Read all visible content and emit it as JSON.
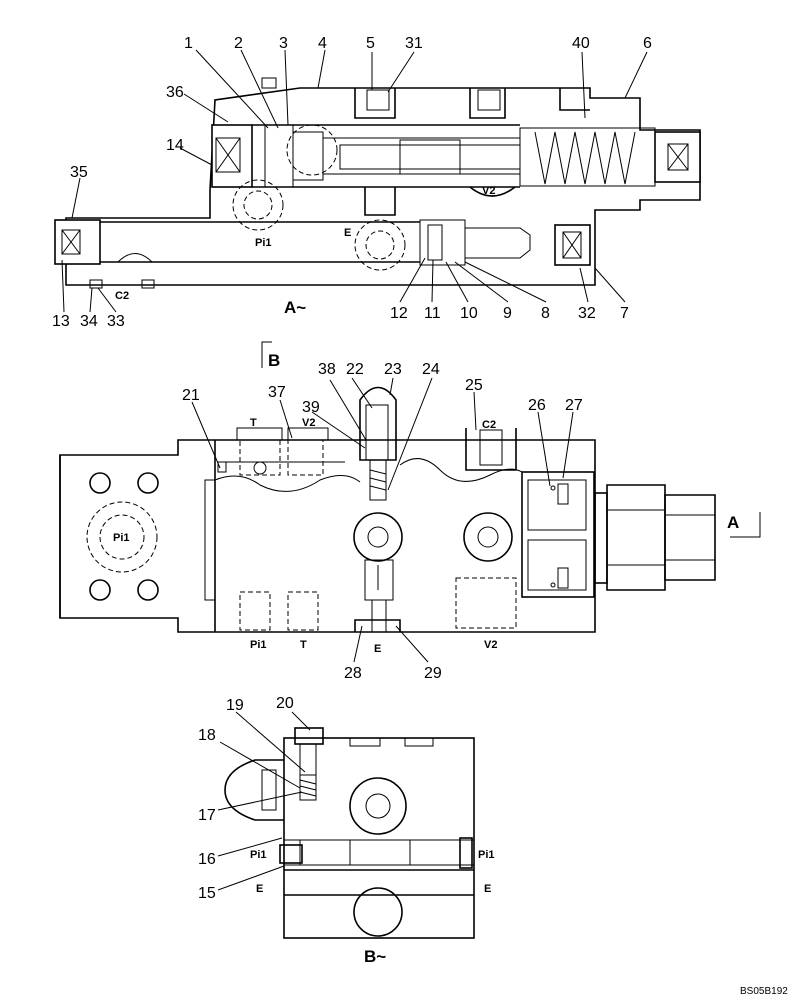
{
  "diagram": {
    "reference_code": "BS05B192",
    "views": [
      {
        "id": "view-a",
        "label": "A~"
      },
      {
        "id": "view-b",
        "label": "B~"
      }
    ],
    "section_markers": [
      "B",
      "A"
    ],
    "ports": [
      "Pi1",
      "E",
      "V2",
      "C2",
      "Pi1",
      "T",
      "V2",
      "C2",
      "Pi1",
      "T",
      "E",
      "V2",
      "Pi1",
      "E",
      "Pi1",
      "E"
    ],
    "part_numbers": [
      "1",
      "2",
      "3",
      "4",
      "5",
      "31",
      "40",
      "6",
      "36",
      "14",
      "35",
      "13",
      "34",
      "33",
      "12",
      "11",
      "10",
      "9",
      "8",
      "32",
      "7",
      "21",
      "37",
      "38",
      "22",
      "23",
      "24",
      "25",
      "26",
      "27",
      "39",
      "28",
      "29",
      "19",
      "20",
      "18",
      "17",
      "16",
      "15"
    ]
  }
}
